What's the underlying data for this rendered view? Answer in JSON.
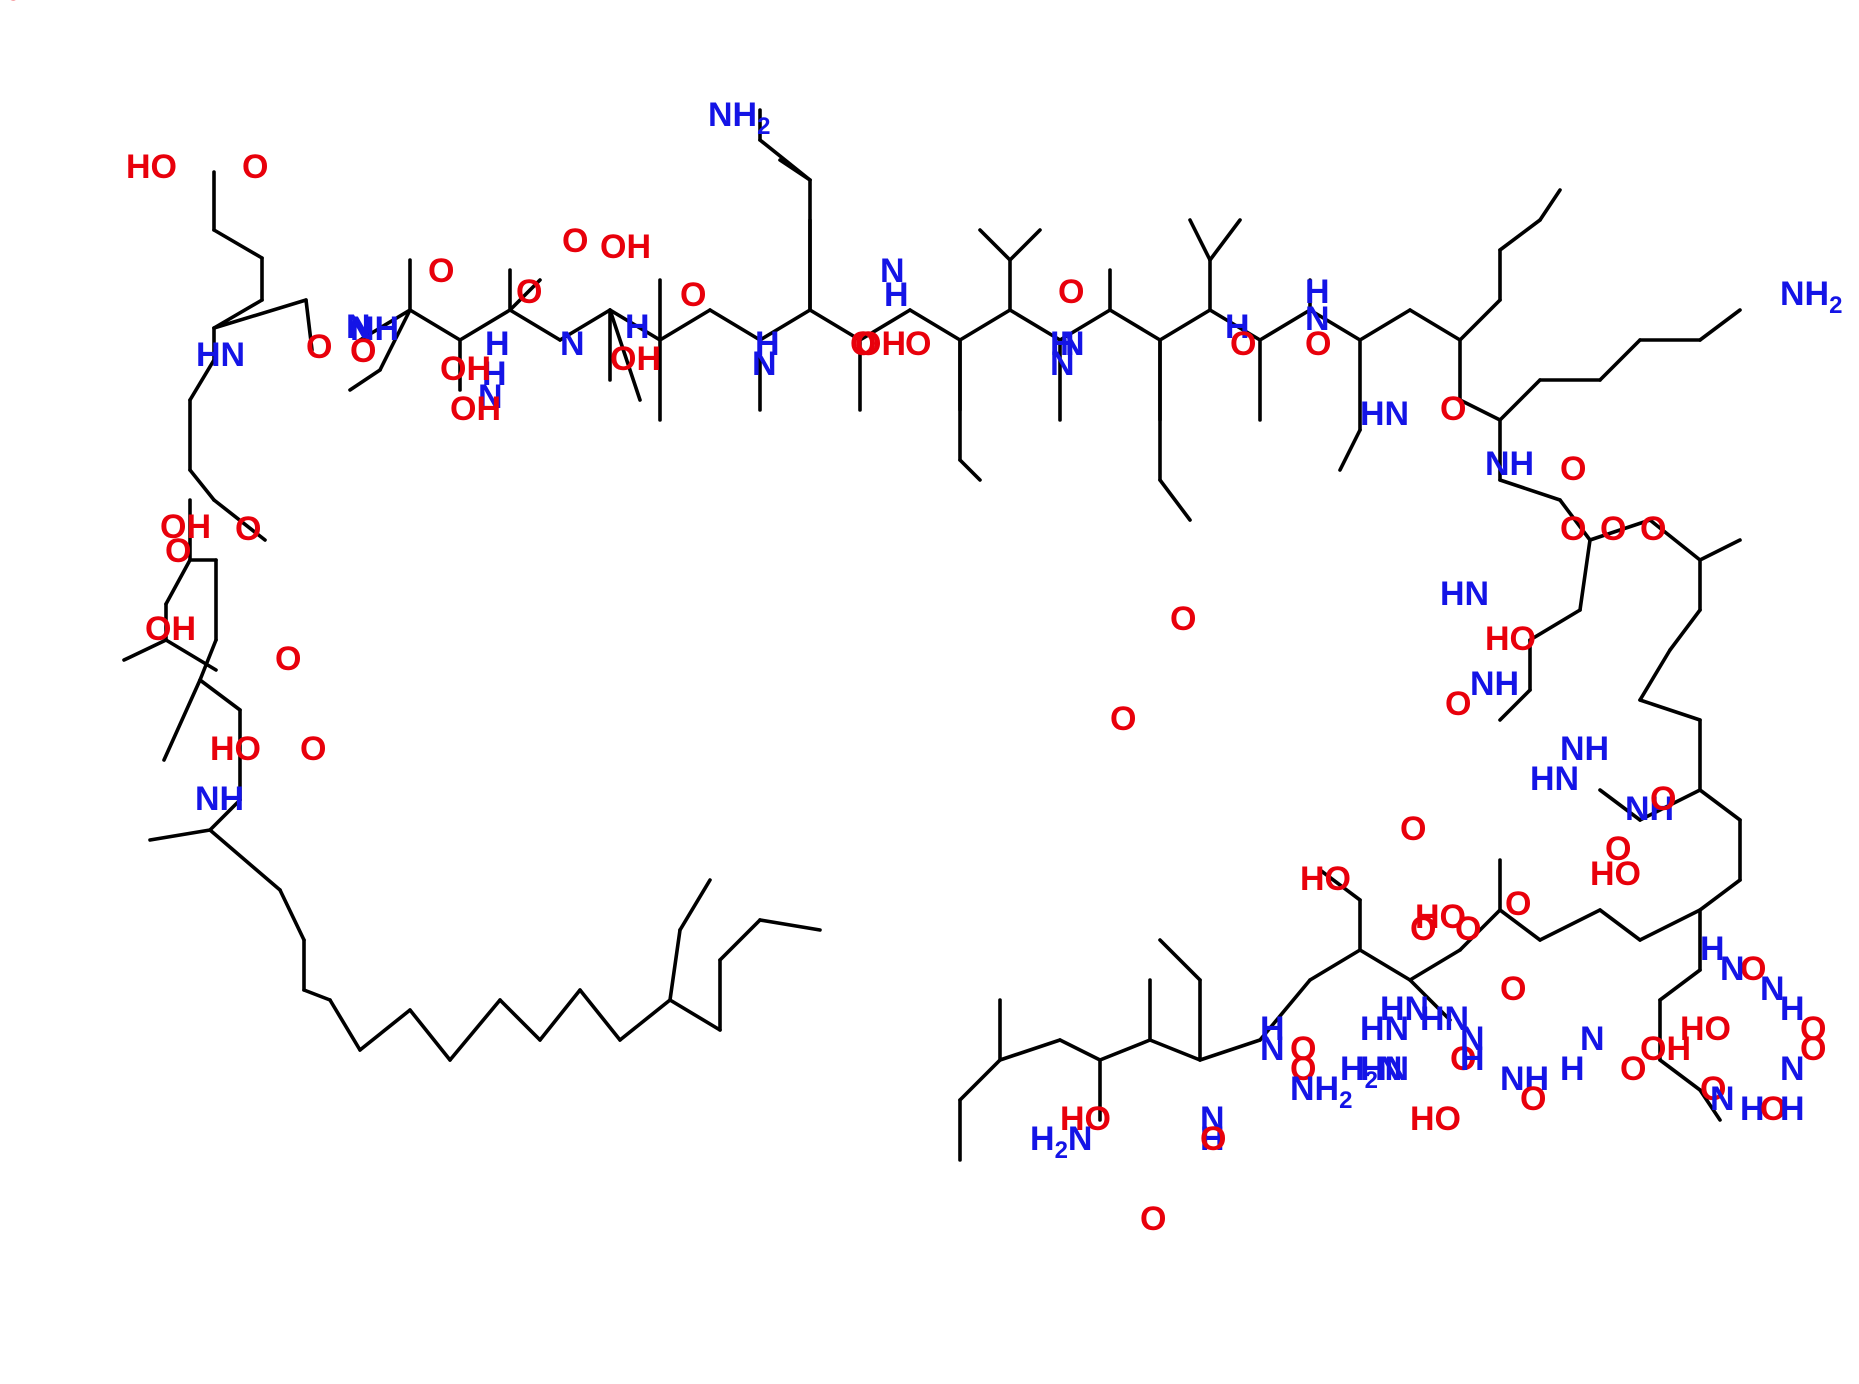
{
  "colors": {
    "background": "#ffffff",
    "bond": "#000000",
    "oxygen": "#e8000b",
    "nitrogen": "#1414e6"
  },
  "labels": [
    {
      "text": "HO",
      "el": "O"
    },
    {
      "text": "O",
      "el": "O"
    },
    {
      "text": "OH",
      "el": "O"
    },
    {
      "text": "NH2",
      "el": "N"
    },
    {
      "text": "O",
      "el": "O"
    },
    {
      "text": "OH",
      "el": "O"
    },
    {
      "text": "HN",
      "el": "N"
    },
    {
      "text": "O",
      "el": "O"
    },
    {
      "text": "NH",
      "el": "N"
    },
    {
      "text": "O",
      "el": "O"
    },
    {
      "text": "N",
      "el": "N"
    },
    {
      "text": "H",
      "el": "N"
    },
    {
      "text": "O",
      "el": "O"
    },
    {
      "text": "H",
      "el": "N"
    },
    {
      "text": "N",
      "el": "N"
    },
    {
      "text": "O",
      "el": "O"
    },
    {
      "text": "N",
      "el": "N"
    },
    {
      "text": "H",
      "el": "N"
    },
    {
      "text": "O",
      "el": "O"
    },
    {
      "text": "H",
      "el": "N"
    },
    {
      "text": "N",
      "el": "N"
    },
    {
      "text": "O",
      "el": "O"
    },
    {
      "text": "N",
      "el": "N"
    },
    {
      "text": "H",
      "el": "N"
    },
    {
      "text": "O",
      "el": "O"
    },
    {
      "text": "H",
      "el": "N"
    },
    {
      "text": "N",
      "el": "N"
    },
    {
      "text": "O",
      "el": "O"
    },
    {
      "text": "N",
      "el": "N"
    },
    {
      "text": "H",
      "el": "N"
    },
    {
      "text": "O",
      "el": "O"
    },
    {
      "text": "H",
      "el": "N"
    },
    {
      "text": "N",
      "el": "N"
    },
    {
      "text": "O",
      "el": "O"
    },
    {
      "text": "HN",
      "el": "N"
    },
    {
      "text": "NH2",
      "el": "N"
    },
    {
      "text": "O",
      "el": "O"
    },
    {
      "text": "NH",
      "el": "N"
    },
    {
      "text": "O",
      "el": "O"
    },
    {
      "text": "O",
      "el": "O"
    },
    {
      "text": "HO",
      "el": "O"
    },
    {
      "text": "O",
      "el": "O"
    },
    {
      "text": "HN",
      "el": "N"
    },
    {
      "text": "O",
      "el": "O"
    },
    {
      "text": "NH",
      "el": "N"
    },
    {
      "text": "O",
      "el": "O"
    },
    {
      "text": "NH",
      "el": "N"
    },
    {
      "text": "O",
      "el": "O"
    },
    {
      "text": "HO",
      "el": "O"
    },
    {
      "text": "NH",
      "el": "N"
    },
    {
      "text": "O",
      "el": "O"
    },
    {
      "text": "HN",
      "el": "N"
    },
    {
      "text": "O",
      "el": "O"
    },
    {
      "text": "HO",
      "el": "O"
    },
    {
      "text": "O",
      "el": "O"
    },
    {
      "text": "O",
      "el": "O"
    },
    {
      "text": "HO",
      "el": "O"
    },
    {
      "text": "O",
      "el": "O"
    },
    {
      "text": "HO",
      "el": "O"
    },
    {
      "text": "HN",
      "el": "N"
    },
    {
      "text": "O",
      "el": "O"
    },
    {
      "text": "N",
      "el": "N"
    },
    {
      "text": "H",
      "el": "N"
    },
    {
      "text": "O",
      "el": "O"
    },
    {
      "text": "HO",
      "el": "O"
    },
    {
      "text": "H2N",
      "el": "N"
    },
    {
      "text": "O",
      "el": "O"
    },
    {
      "text": "H",
      "el": "N"
    },
    {
      "text": "N",
      "el": "N"
    },
    {
      "text": "O",
      "el": "O"
    },
    {
      "text": "NH2",
      "el": "N"
    },
    {
      "text": "H2N",
      "el": "N"
    },
    {
      "text": "OH",
      "el": "O"
    },
    {
      "text": "O",
      "el": "O"
    },
    {
      "text": "OH",
      "el": "O"
    },
    {
      "text": "O",
      "el": "O"
    },
    {
      "text": "O",
      "el": "O"
    },
    {
      "text": "HO",
      "el": "O"
    },
    {
      "text": "NH",
      "el": "N"
    },
    {
      "text": "O",
      "el": "O"
    },
    {
      "text": "OH",
      "el": "O"
    },
    {
      "text": "OH",
      "el": "O"
    },
    {
      "text": "OH",
      "el": "O"
    },
    {
      "text": "O",
      "el": "O"
    },
    {
      "text": "O",
      "el": "O"
    },
    {
      "text": "O",
      "el": "O"
    },
    {
      "text": "HN",
      "el": "N"
    },
    {
      "text": "HN",
      "el": "N"
    },
    {
      "text": "O",
      "el": "O"
    },
    {
      "text": "HN",
      "el": "N"
    },
    {
      "text": "N",
      "el": "N"
    },
    {
      "text": "H",
      "el": "N"
    },
    {
      "text": "NH",
      "el": "N"
    },
    {
      "text": "O",
      "el": "O"
    },
    {
      "text": "H",
      "el": "N"
    },
    {
      "text": "N",
      "el": "N"
    },
    {
      "text": "O",
      "el": "O"
    },
    {
      "text": "OH",
      "el": "O"
    },
    {
      "text": "HO",
      "el": "O"
    },
    {
      "text": "O",
      "el": "O"
    },
    {
      "text": "N",
      "el": "N"
    },
    {
      "text": "H",
      "el": "N"
    },
    {
      "text": "O",
      "el": "O"
    },
    {
      "text": "H",
      "el": "N"
    },
    {
      "text": "N",
      "el": "N"
    },
    {
      "text": "O",
      "el": "O"
    },
    {
      "text": "O",
      "el": "O"
    },
    {
      "text": "H",
      "el": "N"
    },
    {
      "text": "N",
      "el": "N"
    },
    {
      "text": "O",
      "el": "O"
    },
    {
      "text": "N",
      "el": "N"
    },
    {
      "text": "H",
      "el": "N"
    },
    {
      "text": "O",
      "el": "O"
    },
    {
      "text": "O",
      "el": "O"
    }
  ]
}
